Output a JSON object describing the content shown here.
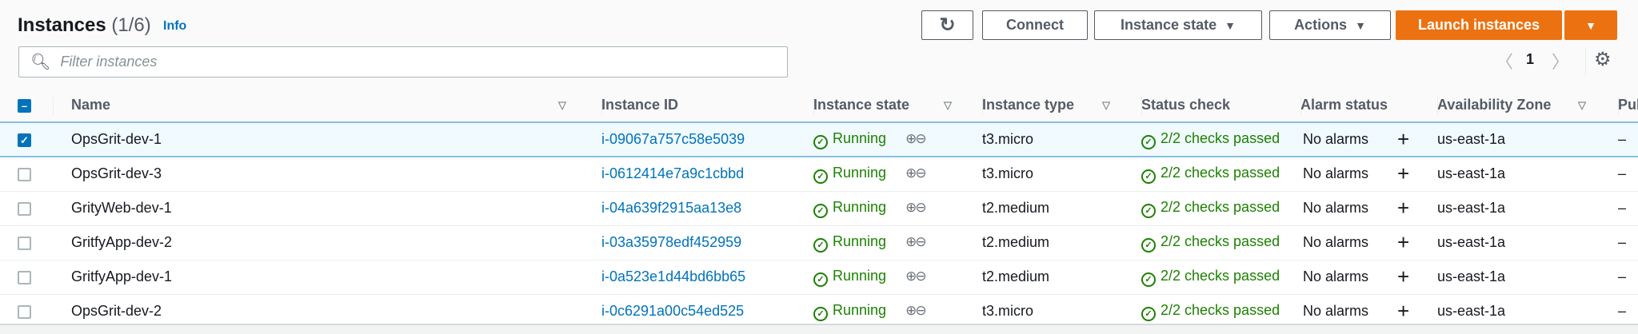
{
  "header": {
    "title": "Instances",
    "count": "(1/6)",
    "info": "Info"
  },
  "toolbar": {
    "connect": "Connect",
    "instance_state": "Instance state",
    "actions": "Actions",
    "launch": "Launch instances",
    "caret": "▼"
  },
  "filter": {
    "placeholder": "Filter instances",
    "value": ""
  },
  "pagination": {
    "page": "1"
  },
  "columns": [
    "Name",
    "Instance ID",
    "Instance state",
    "Instance type",
    "Status check",
    "Alarm status",
    "Availability Zone",
    "Pul"
  ],
  "rows": [
    {
      "selected": true,
      "name": "OpsGrit-dev-1",
      "id": "i-09067a757c58e5039",
      "state": "Running",
      "type": "t3.micro",
      "status": "2/2 checks passed",
      "alarm": "No alarms",
      "az": "us-east-1a",
      "pub": "–"
    },
    {
      "selected": false,
      "name": "OpsGrit-dev-3",
      "id": "i-0612414e7a9c1cbbd",
      "state": "Running",
      "type": "t3.micro",
      "status": "2/2 checks passed",
      "alarm": "No alarms",
      "az": "us-east-1a",
      "pub": "–"
    },
    {
      "selected": false,
      "name": "GrityWeb-dev-1",
      "id": "i-04a639f2915aa13e8",
      "state": "Running",
      "type": "t2.medium",
      "status": "2/2 checks passed",
      "alarm": "No alarms",
      "az": "us-east-1a",
      "pub": "–"
    },
    {
      "selected": false,
      "name": "GritfyApp-dev-2",
      "id": "i-03a35978edf452959",
      "state": "Running",
      "type": "t2.medium",
      "status": "2/2 checks passed",
      "alarm": "No alarms",
      "az": "us-east-1a",
      "pub": "–"
    },
    {
      "selected": false,
      "name": "GritfyApp-dev-1",
      "id": "i-0a523e1d44bd6bb65",
      "state": "Running",
      "type": "t2.medium",
      "status": "2/2 checks passed",
      "alarm": "No alarms",
      "az": "us-east-1a",
      "pub": "–"
    },
    {
      "selected": false,
      "name": "OpsGrit-dev-2",
      "id": "i-0c6291a00c54ed525",
      "state": "Running",
      "type": "t3.micro",
      "status": "2/2 checks passed",
      "alarm": "No alarms",
      "az": "us-east-1a",
      "pub": "–"
    }
  ],
  "colors": {
    "accent": "#ec7211",
    "link": "#0073bb",
    "success": "#1d8102"
  }
}
